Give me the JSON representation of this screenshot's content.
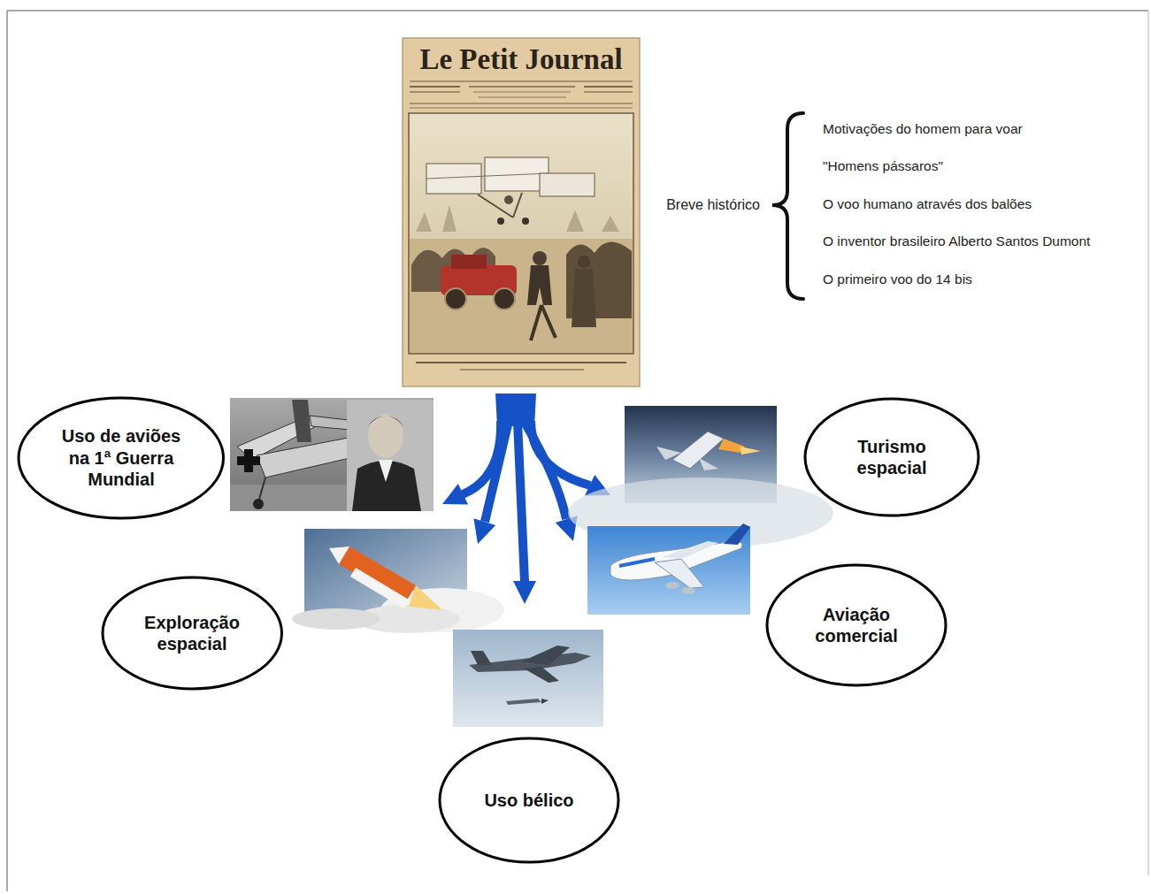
{
  "diagram": {
    "nodes": [
      {
        "text": [
          "Uso de aviões na 1ª Guerra Mundial"
        ]
      },
      {
        "text": [
          "Turismo espacial"
        ]
      },
      {
        "text": [
          "Exploração espacial"
        ]
      },
      {
        "text": [
          "Aviação comercial"
        ]
      },
      {
        "text": [
          "Uso bélico"
        ]
      }
    ],
    "labels": [
      "Le Petit Journal",
      "Breve histórico",
      "Motivações do homem para voar",
      "\"Homens pássaros\"",
      "O voo humano através dos balões",
      "O inventor brasileiro Alberto Santos Dumont",
      "O primeiro voo do 14 bis"
    ]
  }
}
